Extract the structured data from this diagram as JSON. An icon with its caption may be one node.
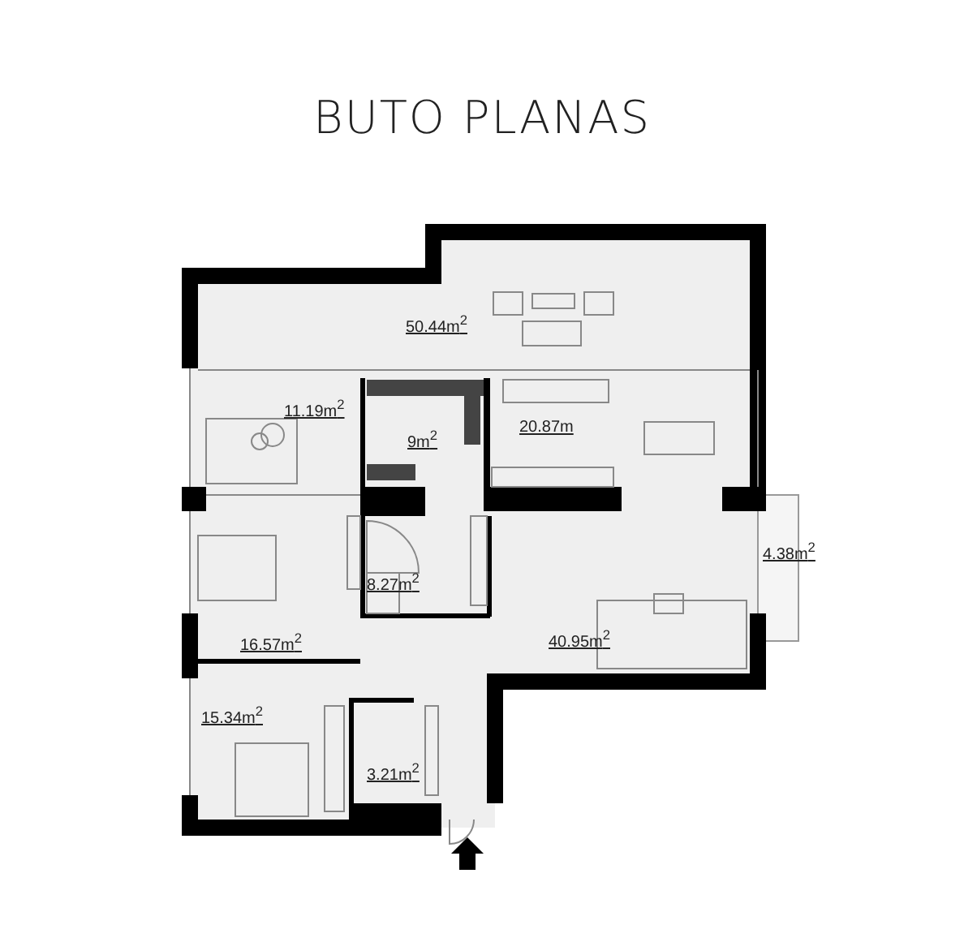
{
  "diagram": {
    "title": "BUTO PLANAS",
    "labels": [
      "50.44m$^{2}$",
      "11.19m$^{2}$",
      "9m$^{2}$",
      "20.87m",
      "4.38m$^{2}$",
      "8.27m$^{2}$",
      "40.95m$^{2}$",
      "16.57m$^{2}$",
      "15.34m$^{2}$",
      "3.21m$^{2}$"
    ]
  }
}
